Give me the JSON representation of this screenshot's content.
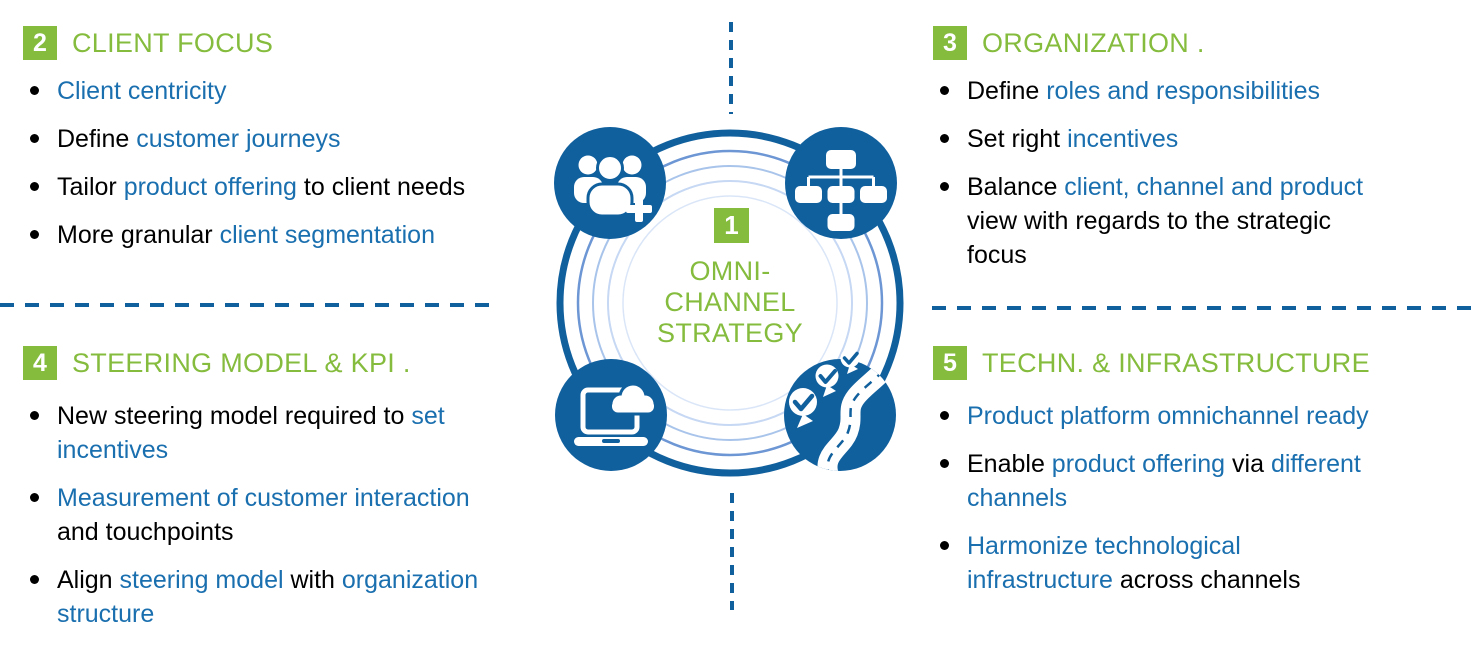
{
  "colors": {
    "green": "#85BC3E",
    "blue": "#1A6FAF",
    "dark_blue": "#11609E",
    "text_black": "#000000"
  },
  "center": {
    "number": "1",
    "title_lines": [
      "OMNI-",
      "CHANNEL",
      "STRATEGY"
    ],
    "icons": [
      "people-add-icon",
      "org-chart-icon",
      "laptop-cloud-icon",
      "roadmap-check-icon"
    ]
  },
  "quadrants": [
    {
      "id": "client-focus",
      "number": "2",
      "title": "CLIENT FOCUS",
      "bullets": [
        {
          "lines": [
            [
              {
                "t": "Client centricity",
                "c": "blue"
              }
            ]
          ]
        },
        {
          "lines": [
            [
              {
                "t": "Define ",
                "c": "black"
              },
              {
                "t": "customer journeys",
                "c": "blue"
              }
            ]
          ]
        },
        {
          "lines": [
            [
              {
                "t": "Tailor ",
                "c": "black"
              },
              {
                "t": "product offering",
                "c": "blue"
              },
              {
                "t": " to client needs",
                "c": "black"
              }
            ]
          ]
        },
        {
          "lines": [
            [
              {
                "t": "More granular ",
                "c": "black"
              },
              {
                "t": "client segmentation",
                "c": "blue"
              }
            ]
          ]
        }
      ]
    },
    {
      "id": "organization",
      "number": "3",
      "title": "ORGANIZATION .",
      "bullets": [
        {
          "lines": [
            [
              {
                "t": "Define ",
                "c": "black"
              },
              {
                "t": "roles and responsibilities",
                "c": "blue"
              }
            ]
          ]
        },
        {
          "lines": [
            [
              {
                "t": "Set right ",
                "c": "black"
              },
              {
                "t": "incentives",
                "c": "blue"
              }
            ]
          ]
        },
        {
          "lines": [
            [
              {
                "t": "Balance ",
                "c": "black"
              },
              {
                "t": "client, channel and product",
                "c": "blue"
              }
            ],
            [
              {
                "t": "view with regards to the strategic",
                "c": "black"
              }
            ],
            [
              {
                "t": "focus",
                "c": "black"
              }
            ]
          ]
        }
      ]
    },
    {
      "id": "steering-model-kpi",
      "number": "4",
      "title": "STEERING MODEL & KPI .",
      "bullets": [
        {
          "lines": [
            [
              {
                "t": "New steering model required to ",
                "c": "black"
              },
              {
                "t": "set",
                "c": "blue"
              }
            ],
            [
              {
                "t": "incentives",
                "c": "blue"
              }
            ]
          ]
        },
        {
          "lines": [
            [
              {
                "t": "Measurement of customer interaction",
                "c": "blue"
              }
            ],
            [
              {
                "t": "and touchpoints",
                "c": "black"
              }
            ]
          ]
        },
        {
          "lines": [
            [
              {
                "t": "Align ",
                "c": "black"
              },
              {
                "t": "steering model",
                "c": "blue"
              },
              {
                "t": " with ",
                "c": "black"
              },
              {
                "t": "organization",
                "c": "blue"
              }
            ],
            [
              {
                "t": "structure",
                "c": "blue"
              }
            ]
          ]
        }
      ]
    },
    {
      "id": "techn-infrastructure",
      "number": "5",
      "title": "TECHN. & INFRASTRUCTURE",
      "bullets": [
        {
          "lines": [
            [
              {
                "t": "Product platform omnichannel ready",
                "c": "blue"
              }
            ]
          ]
        },
        {
          "lines": [
            [
              {
                "t": "Enable ",
                "c": "black"
              },
              {
                "t": "product offering",
                "c": "blue"
              },
              {
                "t": " via ",
                "c": "black"
              },
              {
                "t": "different",
                "c": "blue"
              }
            ],
            [
              {
                "t": "channels",
                "c": "blue"
              }
            ]
          ]
        },
        {
          "lines": [
            [
              {
                "t": "Harmonize technological",
                "c": "blue"
              }
            ],
            [
              {
                "t": "infrastructure",
                "c": "blue"
              },
              {
                "t": " across channels",
                "c": "black"
              }
            ]
          ]
        }
      ]
    }
  ]
}
